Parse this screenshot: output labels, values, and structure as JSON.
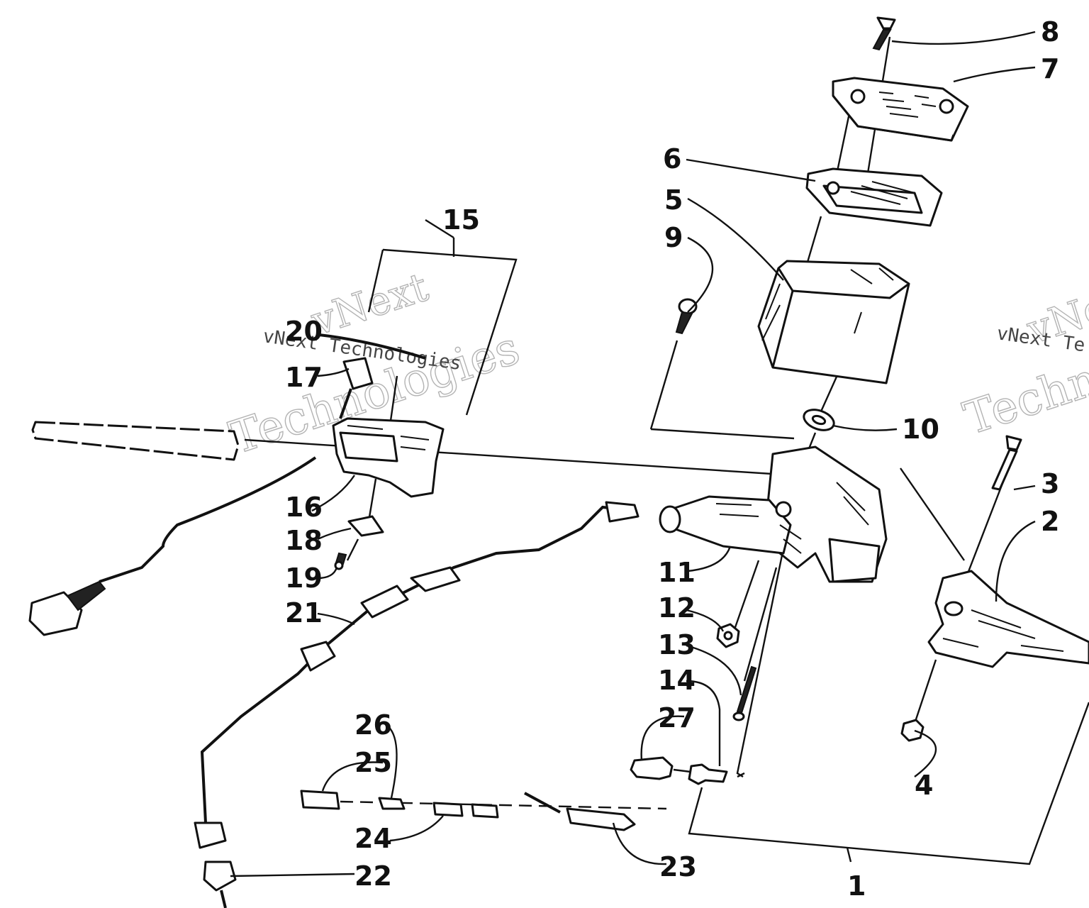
{
  "diagram": {
    "callouts": [
      "1",
      "2",
      "3",
      "4",
      "5",
      "6",
      "7",
      "8",
      "9",
      "10",
      "11",
      "12",
      "13",
      "14",
      "15",
      "16",
      "17",
      "18",
      "19",
      "20",
      "21",
      "22",
      "23",
      "24",
      "25",
      "26",
      "27"
    ],
    "watermark": {
      "brand": "vNext",
      "word": "Technologies",
      "line": "vNext Technologies",
      "edge_brand": "vNe",
      "edge_word": "Techno",
      "edge_line": "vNext Te"
    }
  }
}
